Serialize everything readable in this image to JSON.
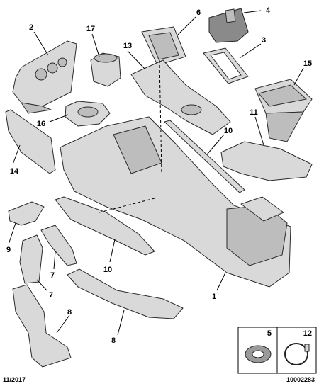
{
  "diagram": {
    "callouts": {
      "c1": "1",
      "c2": "2",
      "c3": "3",
      "c4": "4",
      "c5": "5",
      "c6": "6",
      "c7a": "7",
      "c7b": "7",
      "c8a": "8",
      "c8b": "8",
      "c9": "9",
      "c10a": "10",
      "c10b": "10",
      "c11": "11",
      "c12": "12",
      "c13": "13",
      "c14": "14",
      "c15": "15",
      "c16": "16",
      "c17": "17"
    },
    "inset_labels": {
      "left": "5",
      "right": "12"
    },
    "footer": {
      "date": "11/2017",
      "reference": "10002283"
    }
  },
  "colors": {
    "part_fill": "#d9d9d9",
    "outline": "#2b2b2b",
    "dark_part": "#8a8a8a"
  }
}
